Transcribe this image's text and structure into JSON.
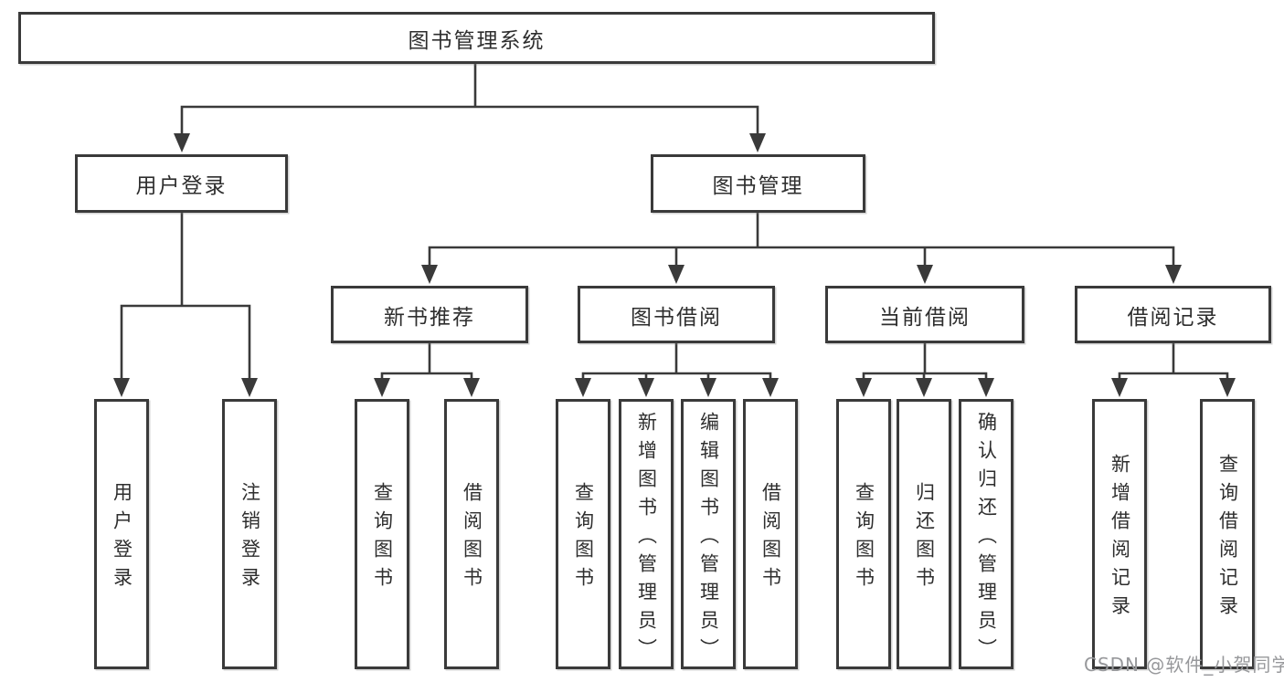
{
  "diagram_type": "hierarchy-tree",
  "watermark": "CSDN @软件_小贺同学",
  "colors": {
    "background": "#ffffff",
    "line": "#3a3a3a",
    "box_border": "#3a3a3a",
    "box_fill": "#ffffff",
    "text": "#2e2e2e",
    "watermark": "#97989b"
  },
  "tree": {
    "label": "图书管理系统",
    "children": [
      {
        "label": "用户登录",
        "children": [
          {
            "label": "用户登录"
          },
          {
            "label": "注销登录"
          }
        ]
      },
      {
        "label": "图书管理",
        "children": [
          {
            "label": "新书推荐",
            "children": [
              {
                "label": "查询图书"
              },
              {
                "label": "借阅图书"
              }
            ]
          },
          {
            "label": "图书借阅",
            "children": [
              {
                "label": "查询图书"
              },
              {
                "label": "新增图书（管理员）"
              },
              {
                "label": "编辑图书（管理员）"
              },
              {
                "label": "借阅图书"
              }
            ]
          },
          {
            "label": "当前借阅",
            "children": [
              {
                "label": "查询图书"
              },
              {
                "label": "归还图书"
              },
              {
                "label": "确认归还（管理员）"
              }
            ]
          },
          {
            "label": "借阅记录",
            "children": [
              {
                "label": "新增借阅记录"
              },
              {
                "label": "查询借阅记录"
              }
            ]
          }
        ]
      }
    ]
  }
}
